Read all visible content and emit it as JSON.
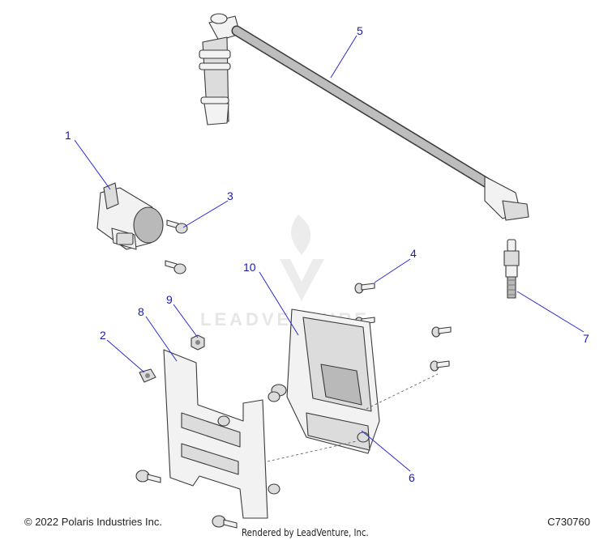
{
  "watermark": {
    "text": "LEADVENTURE"
  },
  "callouts": [
    {
      "id": "1",
      "label": "1"
    },
    {
      "id": "2",
      "label": "2"
    },
    {
      "id": "3",
      "label": "3"
    },
    {
      "id": "4",
      "label": "4"
    },
    {
      "id": "5",
      "label": "5"
    },
    {
      "id": "6",
      "label": "6"
    },
    {
      "id": "7",
      "label": "7"
    },
    {
      "id": "8",
      "label": "8"
    },
    {
      "id": "9",
      "label": "9"
    },
    {
      "id": "10",
      "label": "10"
    }
  ],
  "footer": {
    "copyright": "© 2022 Polaris Industries Inc.",
    "rendered_by": "Rendered by LeadVenture, Inc.",
    "drawing_number": "C730760"
  },
  "colors": {
    "callout": "#1a1ab4",
    "part_outline": "#3a3a3a",
    "watermark": "#e6e6e6"
  }
}
